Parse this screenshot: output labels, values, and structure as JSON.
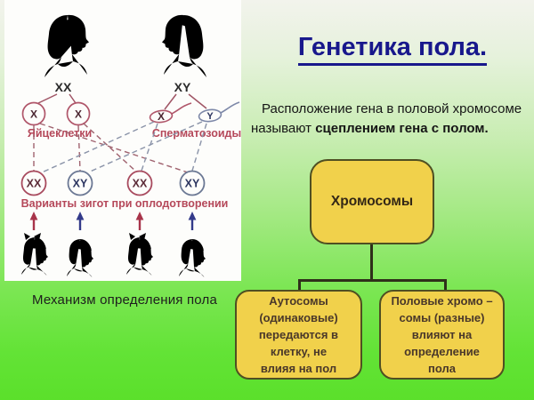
{
  "slide": {
    "title": "Генетика пола.",
    "intro_normal": "Расположение гена в половой хромосоме называют ",
    "intro_bold": "сцеплением гена с полом.",
    "caption": "Механизм определения пола"
  },
  "diagram": {
    "mother_genotype": "XX",
    "father_genotype": "XY",
    "egg1": "X",
    "egg2": "X",
    "sperm1": "X",
    "sperm2": "Y",
    "eggs_caption": "Яйцеклетки",
    "sperm_caption": "Сперматозоиды",
    "zygote1": "XX",
    "zygote2": "XY",
    "zygote3": "XX",
    "zygote4": "XY",
    "zygotes_caption": "Варианты зигот при оплодотворении"
  },
  "tree": {
    "root": "Хромосомы",
    "left_box": "Аутосомы\n(одинаковые)\nпередаются в\nклетку, не\nвлияя на пол",
    "right_box": "Половые хромо –\nсомы (разные)\nвлияют на\nопределение\nпола"
  },
  "colors": {
    "title_navy": "#18188c",
    "box_yellow": "#f1d14b",
    "box_border_olive": "#4f4f22",
    "crimson": "#b5485a",
    "navy_arrow": "#333a8a",
    "bright_green": "#5be02b"
  }
}
